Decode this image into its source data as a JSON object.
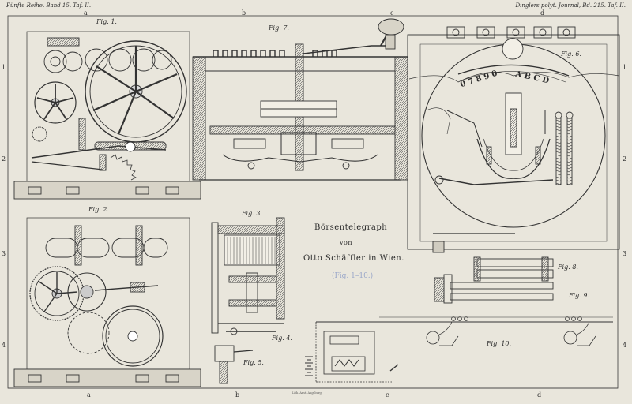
{
  "header": {
    "left": "Fünfte Reihe. Band 15. Taf. II.",
    "right": "Dinglers polyt. Journal, Bd. 215. Taf. II."
  },
  "edge_marks": {
    "top": [
      "a",
      "b",
      "c",
      "d"
    ],
    "bottom": [
      "a",
      "b",
      "c",
      "d"
    ],
    "left": [
      "1",
      "2",
      "3",
      "4"
    ],
    "right": [
      "1",
      "2",
      "3",
      "4"
    ]
  },
  "title_block": {
    "title": "Börsentelegraph",
    "by": "von",
    "author": "Otto Schäffler in Wien.",
    "stamp": "(Fig. 1–10.)"
  },
  "figures": {
    "fig1": "Fig. 1.",
    "fig2": "Fig. 2.",
    "fig3": "Fig. 3.",
    "fig4": "Fig. 4.",
    "fig5": "Fig. 5.",
    "fig6": "Fig. 6.",
    "fig7": "Fig. 7.",
    "fig8": "Fig. 8.",
    "fig9": "Fig. 9.",
    "fig10": "Fig. 10."
  },
  "type_wheel": {
    "digits": "0 7 8 9 0",
    "letters": "A B C D"
  },
  "imprint": "Lith. Anst. Augsburg"
}
